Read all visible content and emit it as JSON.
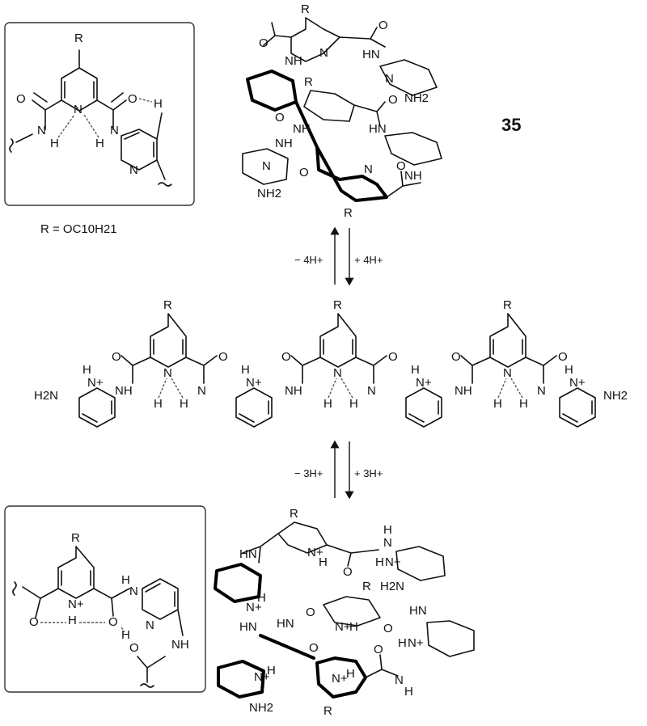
{
  "compound_number": "35",
  "r_definition": "R = OC10H21",
  "equilibria": [
    {
      "forward_label": "+ 4H+",
      "reverse_label": "− 4H+"
    },
    {
      "forward_label": "+ 3H+",
      "reverse_label": "− 3H+"
    }
  ],
  "atom_labels": {
    "R": "R",
    "N": "N",
    "NH": "NH",
    "HN": "HN",
    "H": "H",
    "O": "O",
    "N_plus": "N+",
    "NH2": "NH2",
    "H2N": "H2N"
  }
}
